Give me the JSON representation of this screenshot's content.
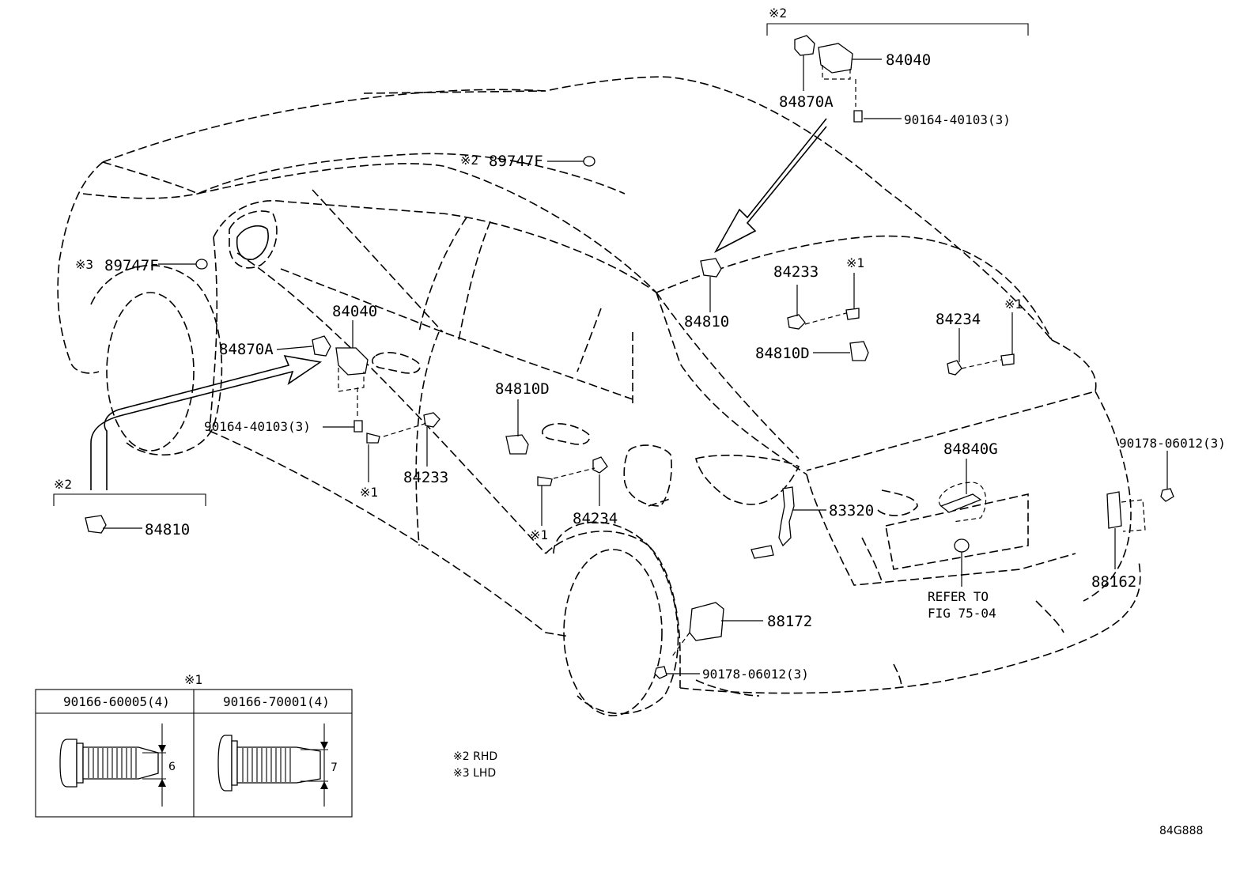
{
  "diagram": {
    "figure_code": "84G888",
    "callouts": {
      "c_84040_top": "84040",
      "c_84870A_top": "84870A",
      "c_90164_top": "90164-40103(3)",
      "c_mark2_top": "※2",
      "c_89747F_top_mark": "※2",
      "c_89747F_top": "89747F",
      "c_89747F_left_mark": "※3",
      "c_89747F_left": "89747F",
      "c_84040_mid": "84040",
      "c_84870A_mid": "84870A",
      "c_90164_mid": "90164-40103(3)",
      "c_84233_left": "84233",
      "c_mark1_left": "※1",
      "c_mark2_left": "※2",
      "c_84810_left": "84810",
      "c_84810D_mid": "84810D",
      "c_84234_mid": "84234",
      "c_mark1_mid": "※1",
      "c_84810_right": "84810",
      "c_84233_right": "84233",
      "c_mark1_right_a": "※1",
      "c_84810D_right": "84810D",
      "c_84234_right": "84234",
      "c_mark1_right_b": "※1",
      "c_84840G": "84840G",
      "c_83320": "83320",
      "c_90178_right": "90178-06012(3)",
      "c_88162": "88162",
      "c_refer_1": "REFER TO",
      "c_refer_2": "FIG 75-04",
      "c_88172": "88172",
      "c_90178_bottom": "90178-06012(3)"
    },
    "notes": {
      "rhd": "※2  RHD",
      "lhd": "※3  LHD"
    },
    "detail_table": {
      "mark": "※1",
      "col1_part": "90166-60005(4)",
      "col1_dim": "6",
      "col2_part": "90166-70001(4)",
      "col2_dim": "7"
    }
  }
}
